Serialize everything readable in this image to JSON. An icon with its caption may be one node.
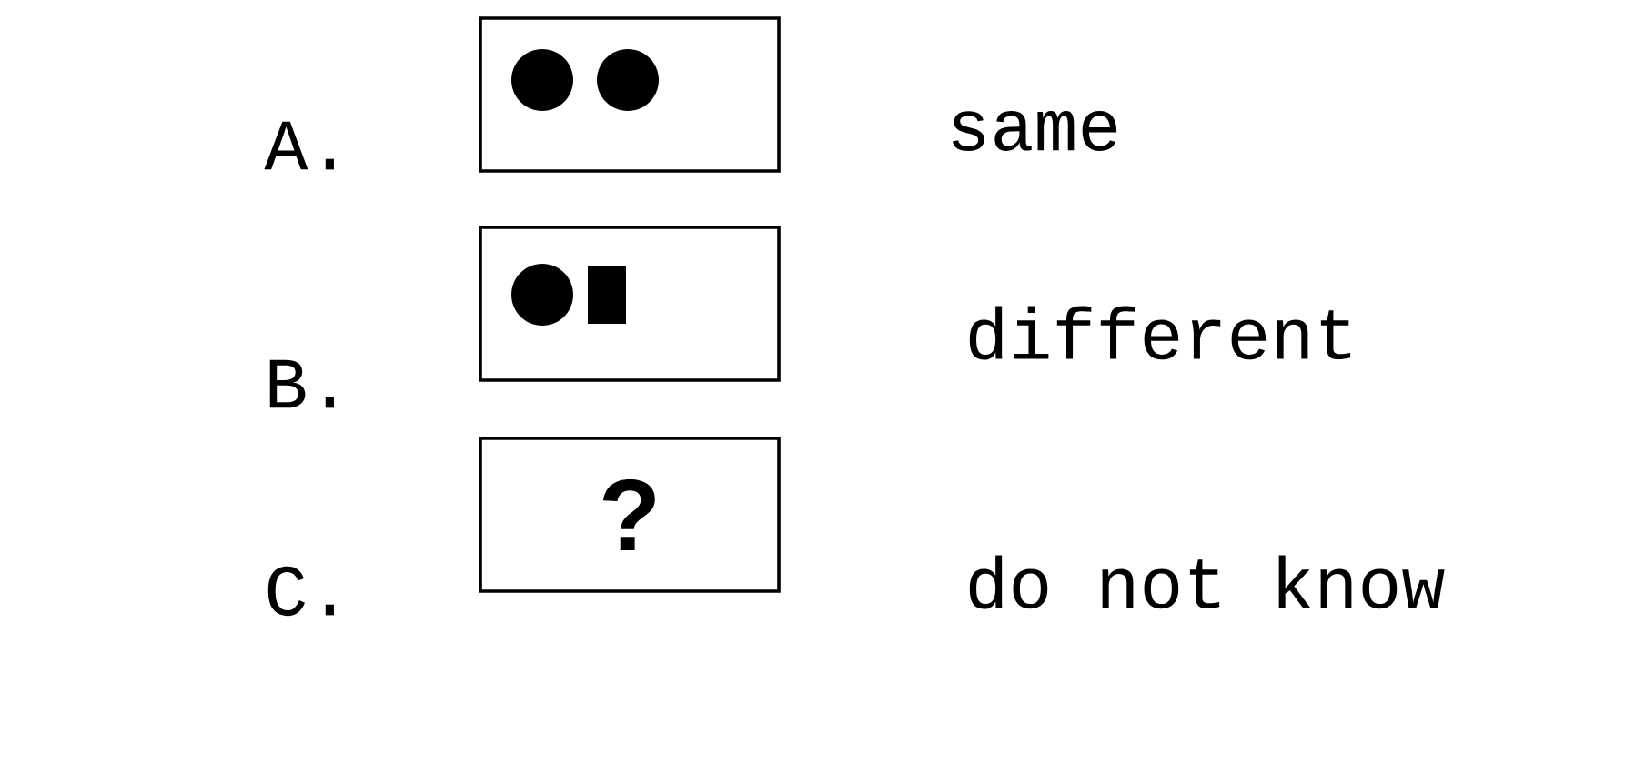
{
  "diagram": {
    "nodes": [
      {
        "text": [],
        "shape": "box"
      },
      {
        "text": [],
        "shape": "box"
      },
      {
        "text": [
          "?"
        ]
      }
    ],
    "labels": [
      "A.",
      "same",
      "B.",
      "different",
      "C.",
      "do not know"
    ]
  }
}
